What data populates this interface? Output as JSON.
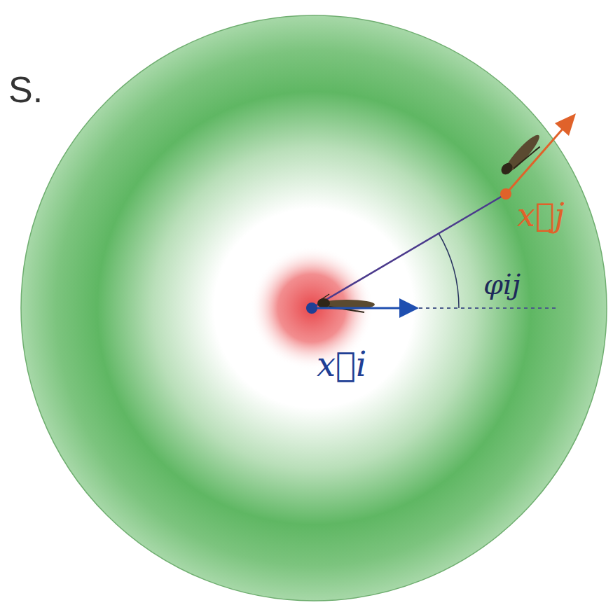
{
  "diagram": {
    "labels": [
      "S.",
      "x⃗i",
      "x⃗j",
      "φij"
    ]
  }
}
